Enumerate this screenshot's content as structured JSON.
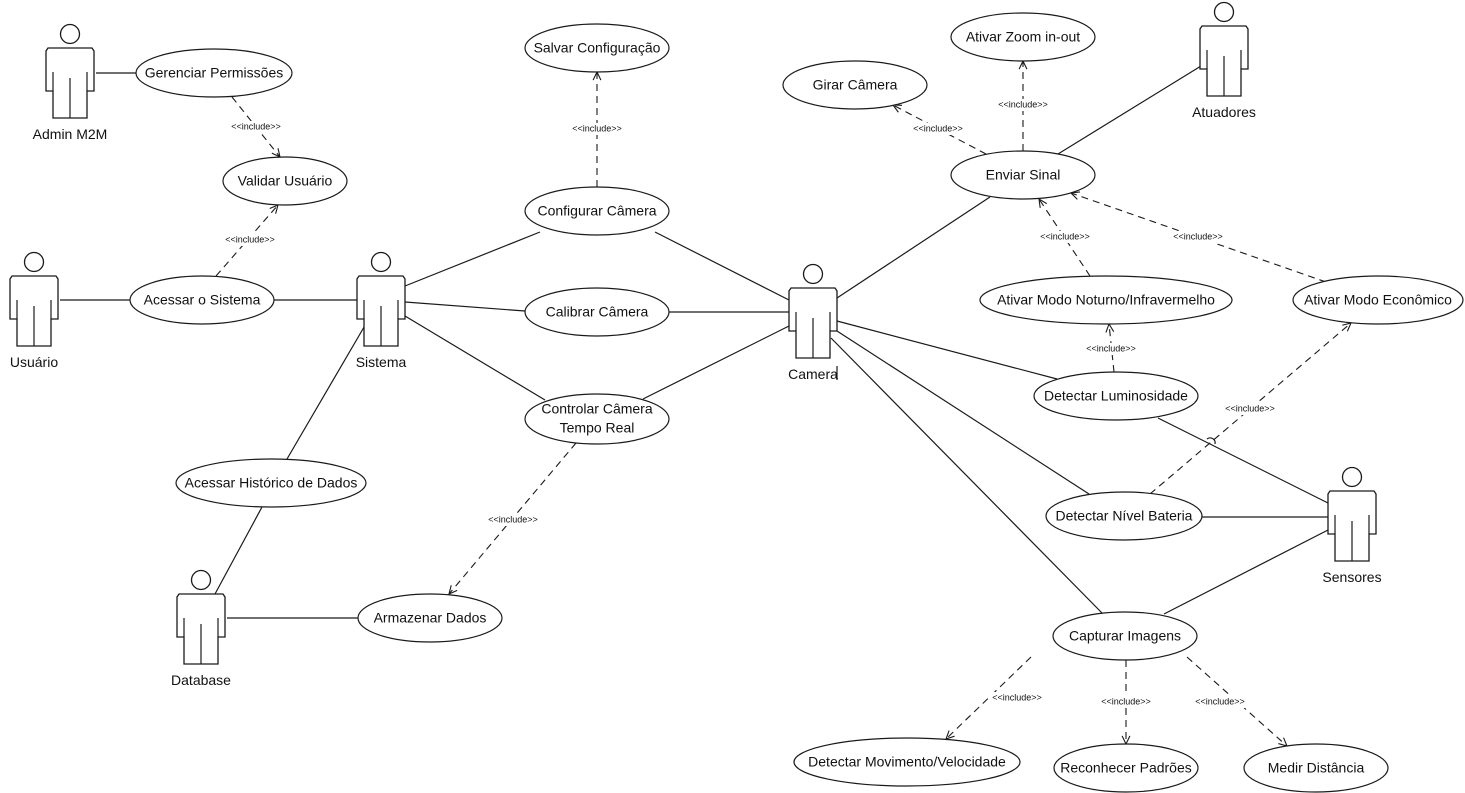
{
  "diagram": {
    "type": "UML use case diagram",
    "stereotype_label": "<<include>>",
    "actors": [
      {
        "id": "admin",
        "label": "Admin M2M"
      },
      {
        "id": "usuario",
        "label": "Usuário"
      },
      {
        "id": "sistema",
        "label": "Sistema"
      },
      {
        "id": "database",
        "label": "Database"
      },
      {
        "id": "camera",
        "label": "Camera"
      },
      {
        "id": "atuadores",
        "label": "Atuadores"
      },
      {
        "id": "sensores",
        "label": "Sensores"
      }
    ],
    "use_cases": [
      {
        "id": "gerenciar",
        "label": "Gerenciar Permissões"
      },
      {
        "id": "validar",
        "label": "Validar Usuário"
      },
      {
        "id": "acessar",
        "label": "Acessar o Sistema"
      },
      {
        "id": "historico",
        "label": "Acessar Histórico de Dados"
      },
      {
        "id": "armazenar",
        "label": "Armazenar  Dados"
      },
      {
        "id": "salvar",
        "label": "Salvar Configuração"
      },
      {
        "id": "configurar",
        "label": "Configurar Câmera"
      },
      {
        "id": "calibrar",
        "label": "Calibrar Câmera"
      },
      {
        "id": "controlar",
        "label": "Controlar Câmera",
        "label2": "Tempo Real"
      },
      {
        "id": "girar",
        "label": "Girar Câmera"
      },
      {
        "id": "zoom",
        "label": "Ativar Zoom in-out"
      },
      {
        "id": "enviar",
        "label": "Enviar Sinal"
      },
      {
        "id": "noturno",
        "label": "Ativar Modo Noturno/Infravermelho"
      },
      {
        "id": "economico",
        "label": "Ativar Modo Econômico"
      },
      {
        "id": "luminosidade",
        "label": "Detectar Luminosidade"
      },
      {
        "id": "bateria",
        "label": "Detectar Nível Bateria"
      },
      {
        "id": "capturar",
        "label": "Capturar Imagens"
      },
      {
        "id": "movimento",
        "label": "Detectar Movimento/Velocidade"
      },
      {
        "id": "padroes",
        "label": "Reconhecer Padrões"
      },
      {
        "id": "distancia",
        "label": "Medir Distância"
      }
    ],
    "associations": [
      [
        "admin",
        "gerenciar"
      ],
      [
        "usuario",
        "acessar"
      ],
      [
        "acessar",
        "sistema"
      ],
      [
        "sistema",
        "configurar"
      ],
      [
        "sistema",
        "calibrar"
      ],
      [
        "sistema",
        "controlar"
      ],
      [
        "sistema",
        "historico"
      ],
      [
        "historico",
        "database"
      ],
      [
        "database",
        "armazenar"
      ],
      [
        "configurar",
        "camera"
      ],
      [
        "calibrar",
        "camera"
      ],
      [
        "controlar",
        "camera"
      ],
      [
        "camera",
        "enviar"
      ],
      [
        "camera",
        "luminosidade"
      ],
      [
        "camera",
        "bateria"
      ],
      [
        "camera",
        "capturar"
      ],
      [
        "enviar",
        "atuadores"
      ],
      [
        "luminosidade",
        "sensores"
      ],
      [
        "bateria",
        "sensores"
      ],
      [
        "capturar",
        "sensores"
      ]
    ],
    "includes": [
      {
        "from": "gerenciar",
        "to": "validar"
      },
      {
        "from": "acessar",
        "to": "validar"
      },
      {
        "from": "configurar",
        "to": "salvar"
      },
      {
        "from": "controlar",
        "to": "armazenar"
      },
      {
        "from": "enviar",
        "to": "girar"
      },
      {
        "from": "enviar",
        "to": "zoom"
      },
      {
        "from": "noturno",
        "to": "enviar"
      },
      {
        "from": "economico",
        "to": "enviar"
      },
      {
        "from": "luminosidade",
        "to": "noturno"
      },
      {
        "from": "bateria",
        "to": "economico"
      },
      {
        "from": "capturar",
        "to": "movimento"
      },
      {
        "from": "capturar",
        "to": "padroes"
      },
      {
        "from": "capturar",
        "to": "distancia"
      }
    ]
  }
}
